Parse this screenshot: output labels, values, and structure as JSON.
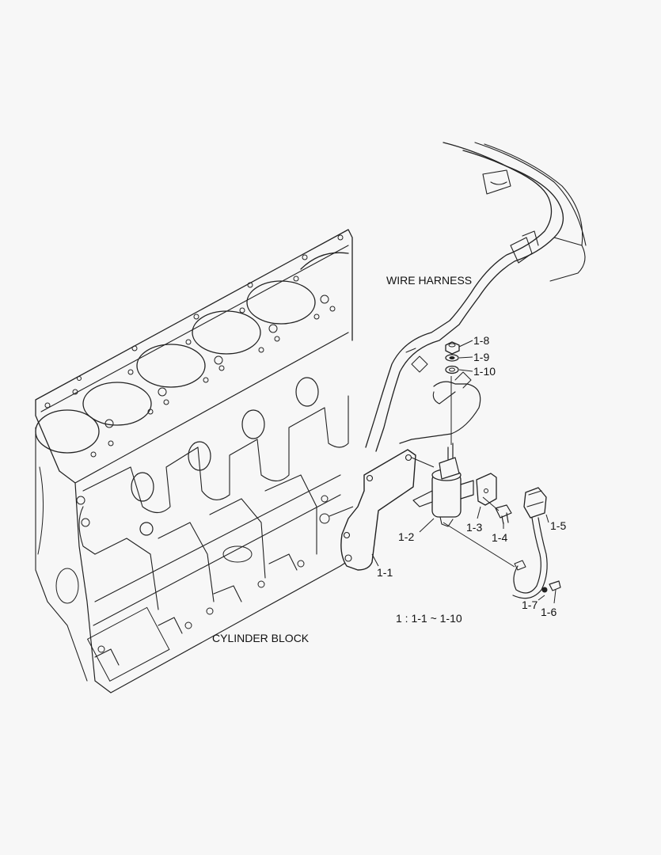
{
  "labels": {
    "wire_harness": "WIRE HARNESS",
    "cylinder_block": "CYLINDER BLOCK",
    "assembly_note": "1 : 1-1 ~ 1-10"
  },
  "callouts": [
    {
      "id": "1-1",
      "text": "1-1"
    },
    {
      "id": "1-2",
      "text": "1-2"
    },
    {
      "id": "1-3",
      "text": "1-3"
    },
    {
      "id": "1-4",
      "text": "1-4"
    },
    {
      "id": "1-5",
      "text": "1-5"
    },
    {
      "id": "1-6",
      "text": "1-6"
    },
    {
      "id": "1-7",
      "text": "1-7"
    },
    {
      "id": "1-8",
      "text": "1-8"
    },
    {
      "id": "1-9",
      "text": "1-9"
    },
    {
      "id": "1-10",
      "text": "1-10"
    }
  ],
  "colors": {
    "line": "#222222",
    "background": "#f7f7f7"
  }
}
